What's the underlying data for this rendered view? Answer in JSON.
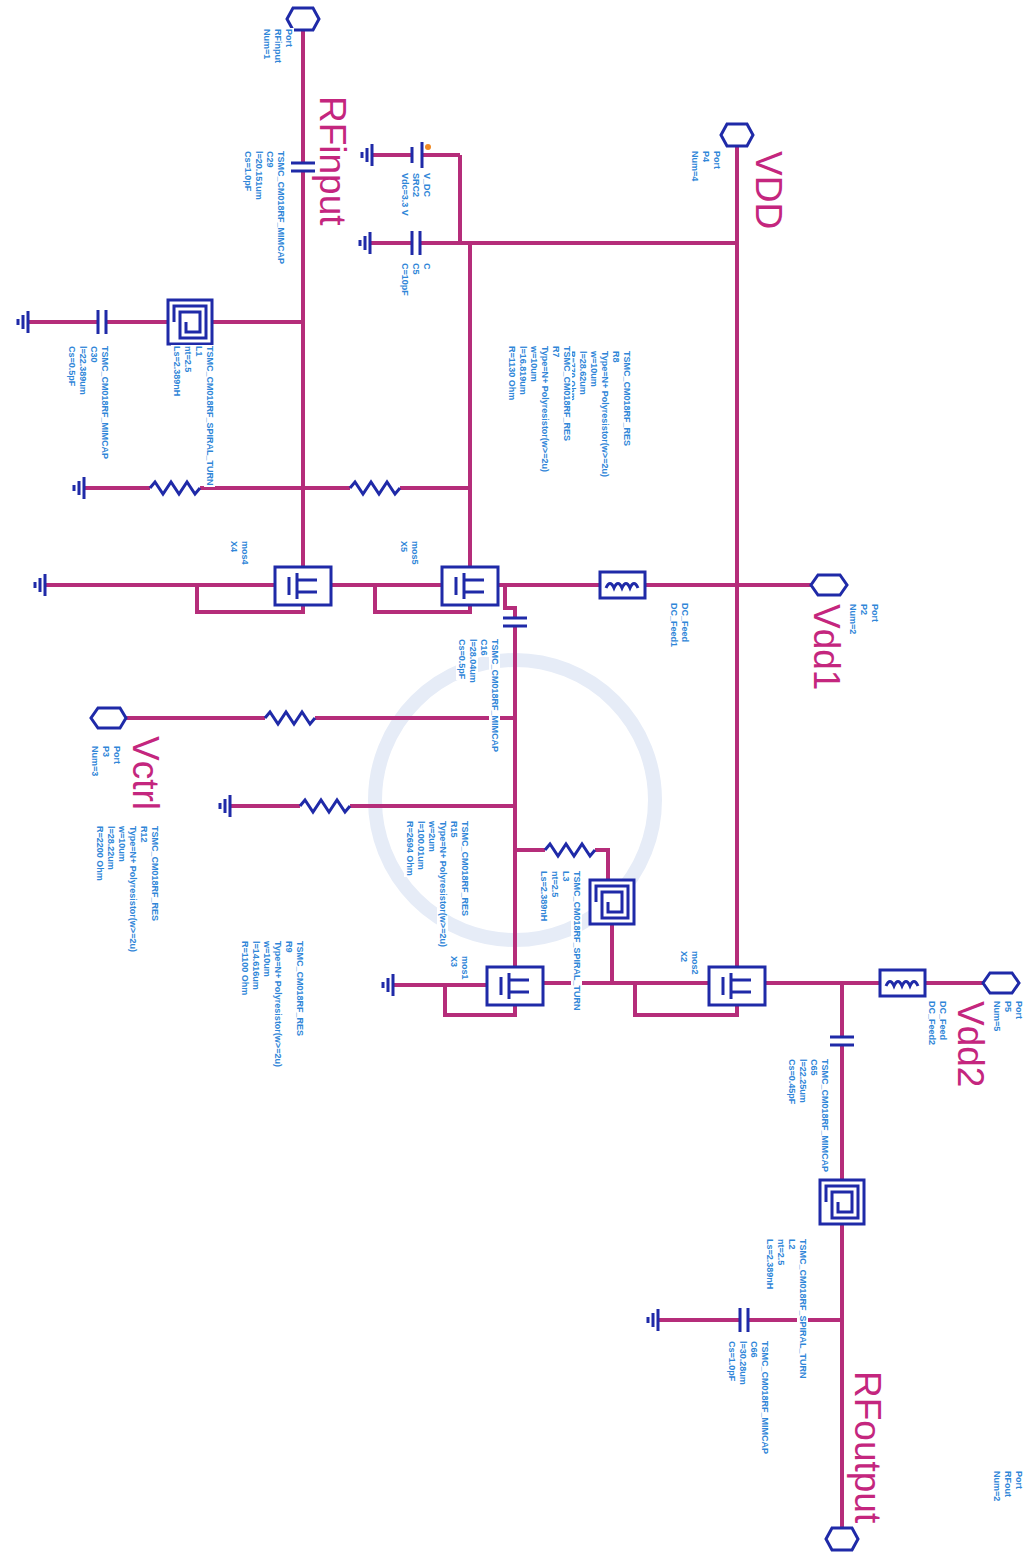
{
  "diagram": {
    "labels": [
      "Port",
      "RFinput",
      "Num=1",
      "RFinput",
      "TSMC_CM018RF_MIMCAP",
      "C29",
      "l=20.151um",
      "Cs=1.0pF",
      "V_DC",
      "SRC2",
      "Vdc=3.3 V",
      "C",
      "C5",
      "C=10pF",
      "Port",
      "P4",
      "Num=4",
      "VDD",
      "TSMC_CM018RF_RES",
      "R8",
      "Type=N+ Polyresistor(w>=2u)",
      "w=10um",
      "l=28.62um",
      "R=770 Ohm",
      "TSMC_CM018RF_RES",
      "R7",
      "Type=N+ Polyresistor(w>=2u)",
      "w=10um",
      "l=16.819um",
      "R=1130 Ohm",
      "TSMC_CM018RF_SPIRAL_TURN",
      "L1",
      "nt=2.5",
      "Ls=2.389nH",
      "TSMC_CM018RF_MIMCAP",
      "C30",
      "l=22.389um",
      "Cs=0.5pF",
      "mos4",
      "X4",
      "mos5",
      "X5",
      "DC_Feed",
      "DC_Feed1",
      "Port",
      "P2",
      "Num=2",
      "Vdd1",
      "TSMC_CM018RF_MIMCAP",
      "C16",
      "l=28.04um",
      "Cs=0.5pF",
      "Vctrl",
      "Port",
      "P3",
      "Num=3",
      "TSMC_CM018RF_RES",
      "R12",
      "Type=N+ Polyresistor(w>=2u)",
      "w=10um",
      "l=28.22um",
      "R=2200 Ohm",
      "TSMC_CM018RF_RES",
      "R9",
      "Type=N+ Polyresistor(w>=2u)",
      "w=10um",
      "l=14.616um",
      "R=1100 Ohm",
      "TSMC_CM018RF_RES",
      "R15",
      "Type=N+ Polyresistor(w>=2u)",
      "w=2um",
      "l=100.01um",
      "R=2694 Ohm",
      "TSMC_CM018RF_SPIRAL_TURN",
      "L3",
      "nt=2.5",
      "Ls=2.389nH",
      "mos1",
      "X3",
      "mos2",
      "X2",
      "DC_Feed",
      "DC_Feed2",
      "Port",
      "P5",
      "Num=5",
      "Vdd2",
      "TSMC_CM018RF_MIMCAP",
      "C65",
      "l=22.25um",
      "Cs=0.45pF",
      "TSMC_CM018RF_SPIRAL_TURN",
      "L2",
      "nt=2.5",
      "Ls=2.389nH",
      "TSMC_CM018RF_MIMCAP",
      "C66",
      "l=30.28um",
      "Cs=1.0pF",
      "RFoutput",
      "Port",
      "RFout",
      "Num=2"
    ]
  }
}
